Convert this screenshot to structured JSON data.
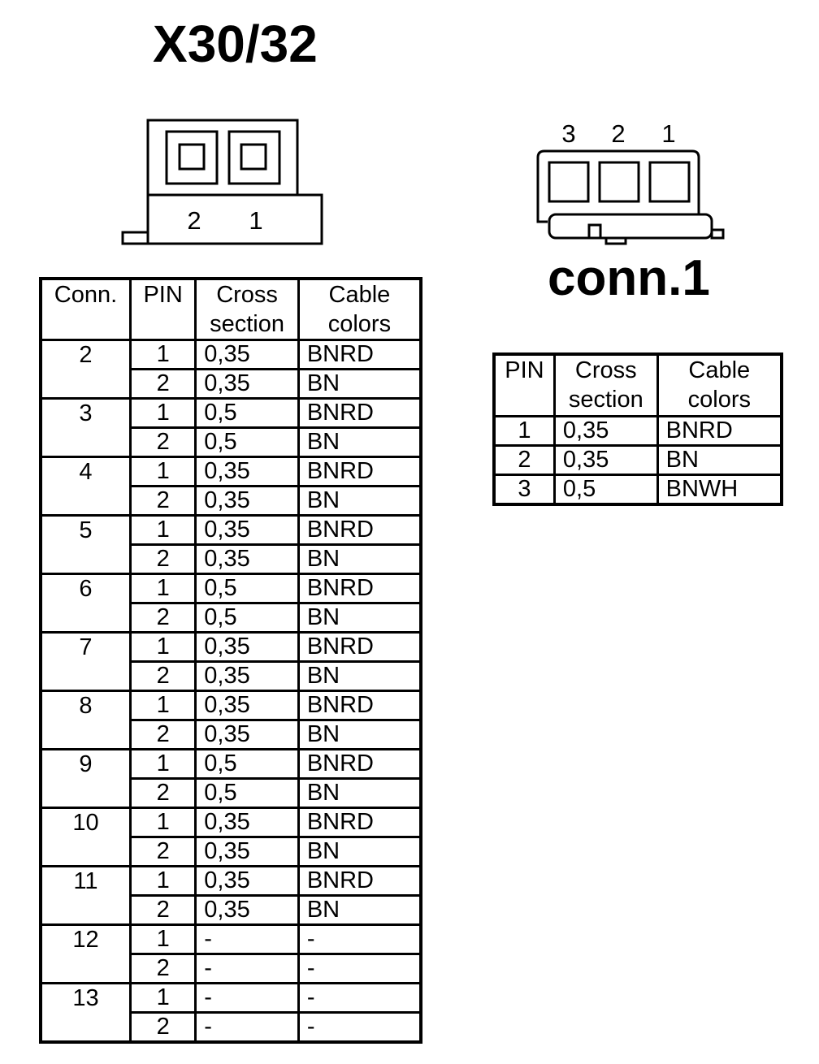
{
  "x30": {
    "title": "X30/32",
    "pin_labels": [
      "2",
      "1"
    ],
    "headers": {
      "conn": "Conn.",
      "pin": "PIN",
      "cross_1": "Cross",
      "cross_2": "section",
      "colors_1": "Cable",
      "colors_2": "colors"
    },
    "rows": [
      {
        "conn": "2",
        "pins": [
          {
            "pin": "1",
            "cross": "0,35",
            "color": "BNRD"
          },
          {
            "pin": "2",
            "cross": "0,35",
            "color": "BN"
          }
        ]
      },
      {
        "conn": "3",
        "pins": [
          {
            "pin": "1",
            "cross": "0,5",
            "color": "BNRD"
          },
          {
            "pin": "2",
            "cross": "0,5",
            "color": "BN"
          }
        ]
      },
      {
        "conn": "4",
        "pins": [
          {
            "pin": "1",
            "cross": "0,35",
            "color": "BNRD"
          },
          {
            "pin": "2",
            "cross": "0,35",
            "color": "BN"
          }
        ]
      },
      {
        "conn": "5",
        "pins": [
          {
            "pin": "1",
            "cross": "0,35",
            "color": "BNRD"
          },
          {
            "pin": "2",
            "cross": "0,35",
            "color": "BN"
          }
        ]
      },
      {
        "conn": "6",
        "pins": [
          {
            "pin": "1",
            "cross": "0,5",
            "color": "BNRD"
          },
          {
            "pin": "2",
            "cross": "0,5",
            "color": "BN"
          }
        ]
      },
      {
        "conn": "7",
        "pins": [
          {
            "pin": "1",
            "cross": "0,35",
            "color": "BNRD"
          },
          {
            "pin": "2",
            "cross": "0,35",
            "color": "BN"
          }
        ]
      },
      {
        "conn": "8",
        "pins": [
          {
            "pin": "1",
            "cross": "0,35",
            "color": "BNRD"
          },
          {
            "pin": "2",
            "cross": "0,35",
            "color": "BN"
          }
        ]
      },
      {
        "conn": "9",
        "pins": [
          {
            "pin": "1",
            "cross": "0,5",
            "color": "BNRD"
          },
          {
            "pin": "2",
            "cross": "0,5",
            "color": "BN"
          }
        ]
      },
      {
        "conn": "10",
        "pins": [
          {
            "pin": "1",
            "cross": "0,35",
            "color": "BNRD"
          },
          {
            "pin": "2",
            "cross": "0,35",
            "color": "BN"
          }
        ]
      },
      {
        "conn": "11",
        "pins": [
          {
            "pin": "1",
            "cross": "0,35",
            "color": "BNRD"
          },
          {
            "pin": "2",
            "cross": "0,35",
            "color": "BN"
          }
        ]
      },
      {
        "conn": "12",
        "pins": [
          {
            "pin": "1",
            "cross": "-",
            "color": "-"
          },
          {
            "pin": "2",
            "cross": "-",
            "color": "-"
          }
        ]
      },
      {
        "conn": "13",
        "pins": [
          {
            "pin": "1",
            "cross": "-",
            "color": "-"
          },
          {
            "pin": "2",
            "cross": "-",
            "color": "-"
          }
        ]
      }
    ]
  },
  "conn1": {
    "title": "conn.1",
    "pin_labels": [
      "3",
      "2",
      "1"
    ],
    "headers": {
      "pin": "PIN",
      "cross_1": "Cross",
      "cross_2": "section",
      "colors_1": "Cable",
      "colors_2": "colors"
    },
    "rows": [
      {
        "pin": "1",
        "cross": "0,35",
        "color": "BNRD"
      },
      {
        "pin": "2",
        "cross": "0,35",
        "color": "BN"
      },
      {
        "pin": "3",
        "cross": "0,5",
        "color": "BNWH"
      }
    ]
  }
}
